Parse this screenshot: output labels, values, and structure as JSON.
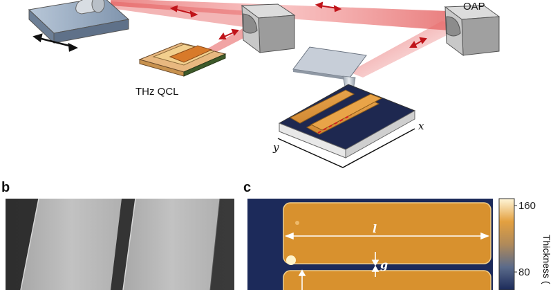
{
  "panel_a": {
    "labels": {
      "oap": "OAP",
      "qcl": "THz QCL",
      "axis_x": "x",
      "axis_y": "y"
    }
  },
  "panel_b": {
    "letter": "b"
  },
  "panel_c": {
    "letter": "c",
    "annotations": {
      "length": "l",
      "gap": "g"
    },
    "colorbar": {
      "title": "Thickness (",
      "ticks": [
        "160",
        "80"
      ]
    }
  }
}
